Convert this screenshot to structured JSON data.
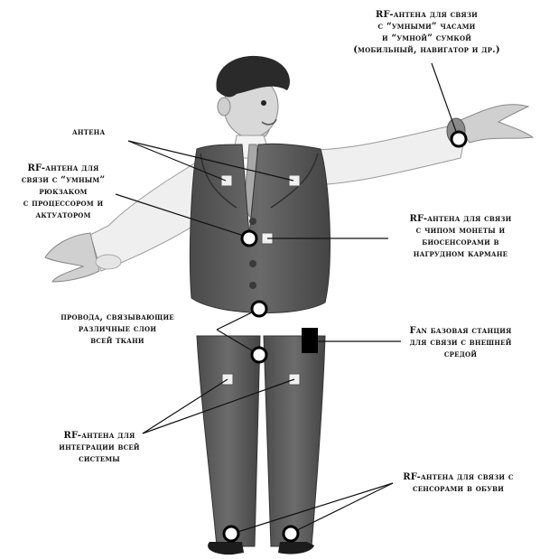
{
  "labels": {
    "smart_watch_bag": [
      "RF-антена для связи",
      "с “умными” часами",
      "и “умной” сумкой",
      "(мобильный, навигатор и др.)"
    ],
    "antenna": [
      "антена"
    ],
    "smart_backpack": [
      "RF-антена для",
      "связи с “умным”",
      "рюкзаком",
      "с процессором и",
      "актуатором"
    ],
    "coin_chip": [
      "RF-антена для связи",
      "с чипом монеты и",
      "биосенсорами в",
      "нагрудном кармане"
    ],
    "wires": [
      "провода, связывающие",
      "различные слои",
      "всей ткани"
    ],
    "fan_station": [
      "Fan базовая станция",
      "для связи с внешней",
      "средой"
    ],
    "integration": [
      "RF-антена для",
      "интеграции всей",
      "системы"
    ],
    "shoe_sensors": [
      "RF-антена для связи с",
      "сенсорами в обуви"
    ]
  },
  "colors": {
    "suit": "#5b5b5b",
    "suit_dark": "#3a3a3a",
    "sleeve": "#ececec",
    "skin": "#c9c9c9",
    "hair": "#2a2a2a",
    "marker": "#000000",
    "base_station": "#000000"
  }
}
